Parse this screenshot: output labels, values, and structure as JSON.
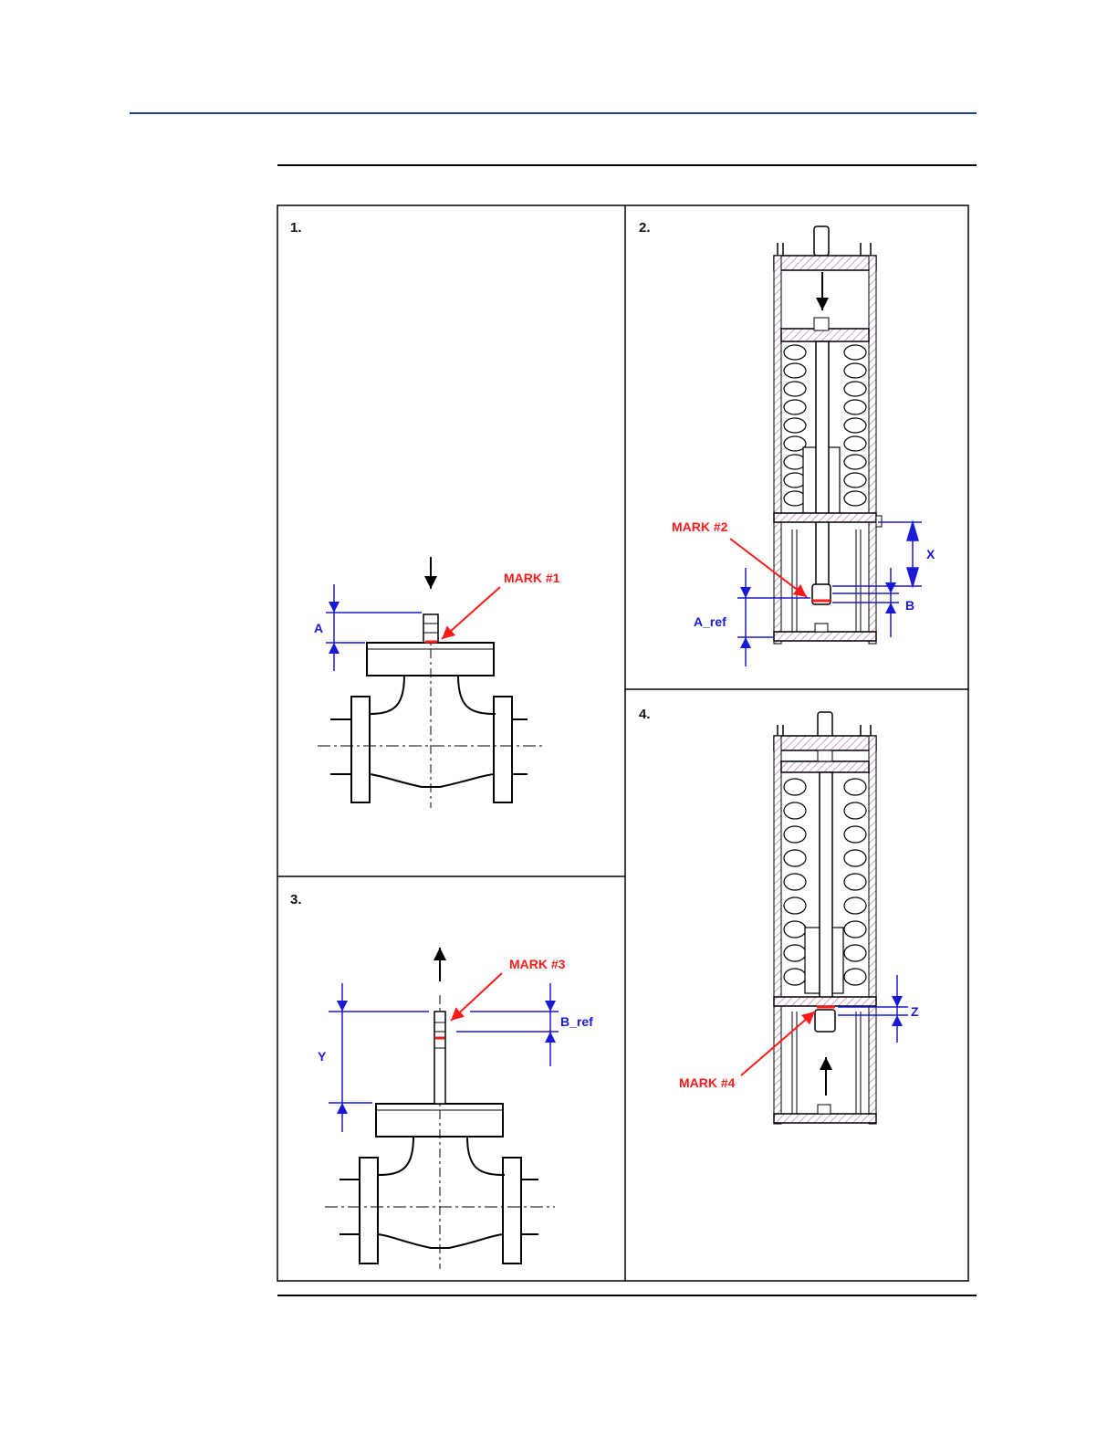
{
  "panels": [
    {
      "number": "1.",
      "mark": "MARK  #1",
      "dims": [
        "A"
      ]
    },
    {
      "number": "2.",
      "mark": "MARK #2",
      "dims": [
        "X",
        "B",
        "A_ref"
      ]
    },
    {
      "number": "3.",
      "mark": "MARK  #3",
      "dims": [
        "Y",
        "B_ref"
      ]
    },
    {
      "number": "4.",
      "mark": "MARK #4",
      "dims": [
        "Z"
      ]
    }
  ],
  "colors": {
    "header_rule": "#1f3f9a",
    "mark": "#ff1a1a",
    "dimension": "#1a1ad6",
    "hatch": "#c9a0c9"
  }
}
